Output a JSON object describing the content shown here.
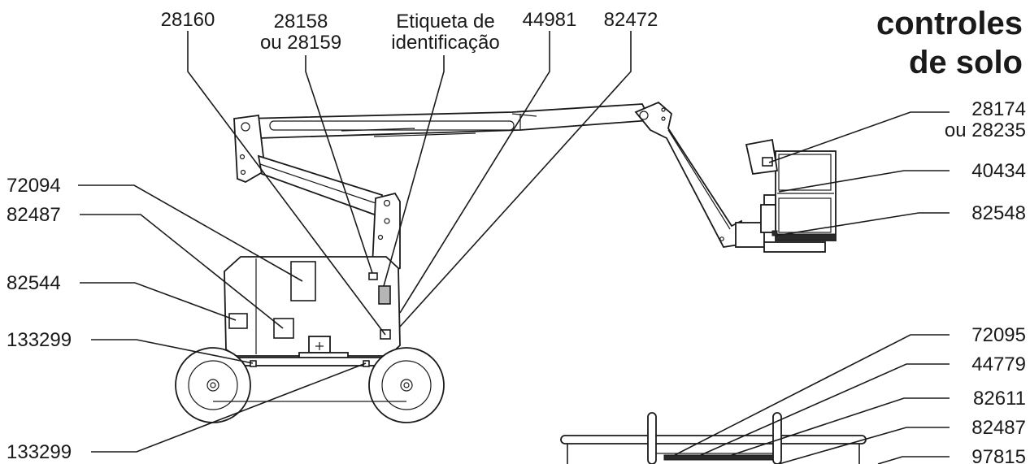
{
  "title": {
    "line1": "controles",
    "line2": "de solo"
  },
  "callouts": [
    {
      "id": "c-28160",
      "text": "28160"
    },
    {
      "id": "c-28158",
      "line1": "28158",
      "line2": "ou 28159"
    },
    {
      "id": "c-idtag",
      "line1": "Etiqueta de",
      "line2": "identificação"
    },
    {
      "id": "c-44981",
      "text": "44981"
    },
    {
      "id": "c-82472",
      "text": "82472"
    },
    {
      "id": "c-28174",
      "line1": "28174",
      "line2": "ou 28235"
    },
    {
      "id": "c-40434",
      "text": "40434"
    },
    {
      "id": "c-82548",
      "text": "82548"
    },
    {
      "id": "c-72094",
      "text": "72094"
    },
    {
      "id": "c-82487a",
      "text": "82487"
    },
    {
      "id": "c-82544",
      "text": "82544"
    },
    {
      "id": "c-133299a",
      "text": "133299"
    },
    {
      "id": "c-133299b",
      "text": "133299"
    },
    {
      "id": "c-72095",
      "text": "72095"
    },
    {
      "id": "c-44779",
      "text": "44779"
    },
    {
      "id": "c-82611",
      "text": "82611"
    },
    {
      "id": "c-82487b",
      "text": "82487"
    },
    {
      "id": "c-97815",
      "text": "97815"
    }
  ],
  "colors": {
    "ink": "#1a1a1a",
    "id_plate_fill": "#b5b5b5",
    "background": "#ffffff"
  }
}
